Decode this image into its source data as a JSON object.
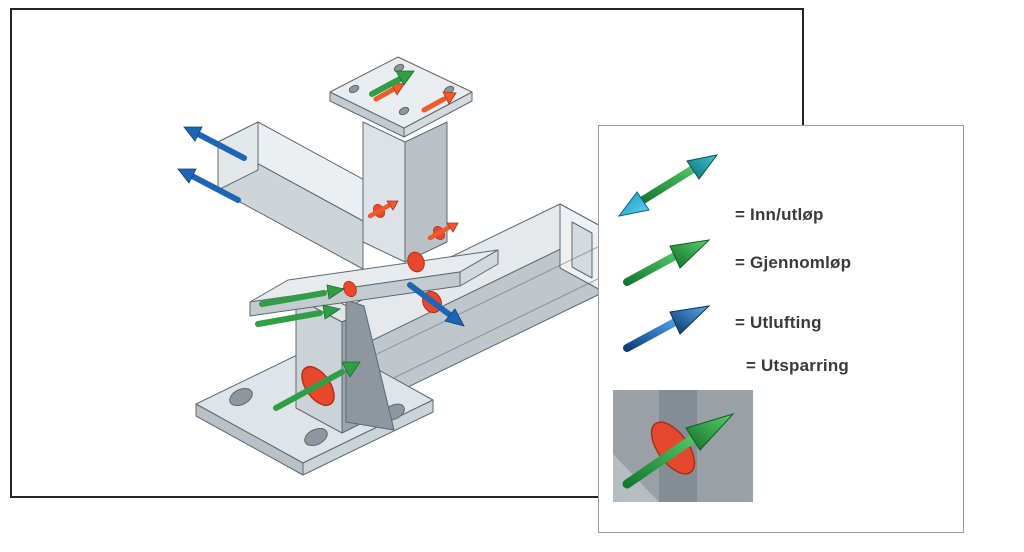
{
  "legend": {
    "items": [
      {
        "icon": "inn-utlop-double-arrow-icon",
        "label": "= Inn/utløp"
      },
      {
        "icon": "gjennomlop-green-arrow-icon",
        "label": "= Gjennomløp"
      },
      {
        "icon": "utlufting-blue-arrow-icon",
        "label": "= Utlufting"
      },
      {
        "icon": "utsparring-inset-image",
        "label": "= Utsparring"
      }
    ]
  },
  "colors": {
    "green": "#2f9e45",
    "teal": "#1aa4ad",
    "blue": "#1d66b5",
    "orange_red": "#e8472b",
    "steel_light": "#e9edef",
    "steel_mid": "#c7ced3",
    "steel_dark": "#a9b1b8",
    "outline": "#5f6870"
  }
}
